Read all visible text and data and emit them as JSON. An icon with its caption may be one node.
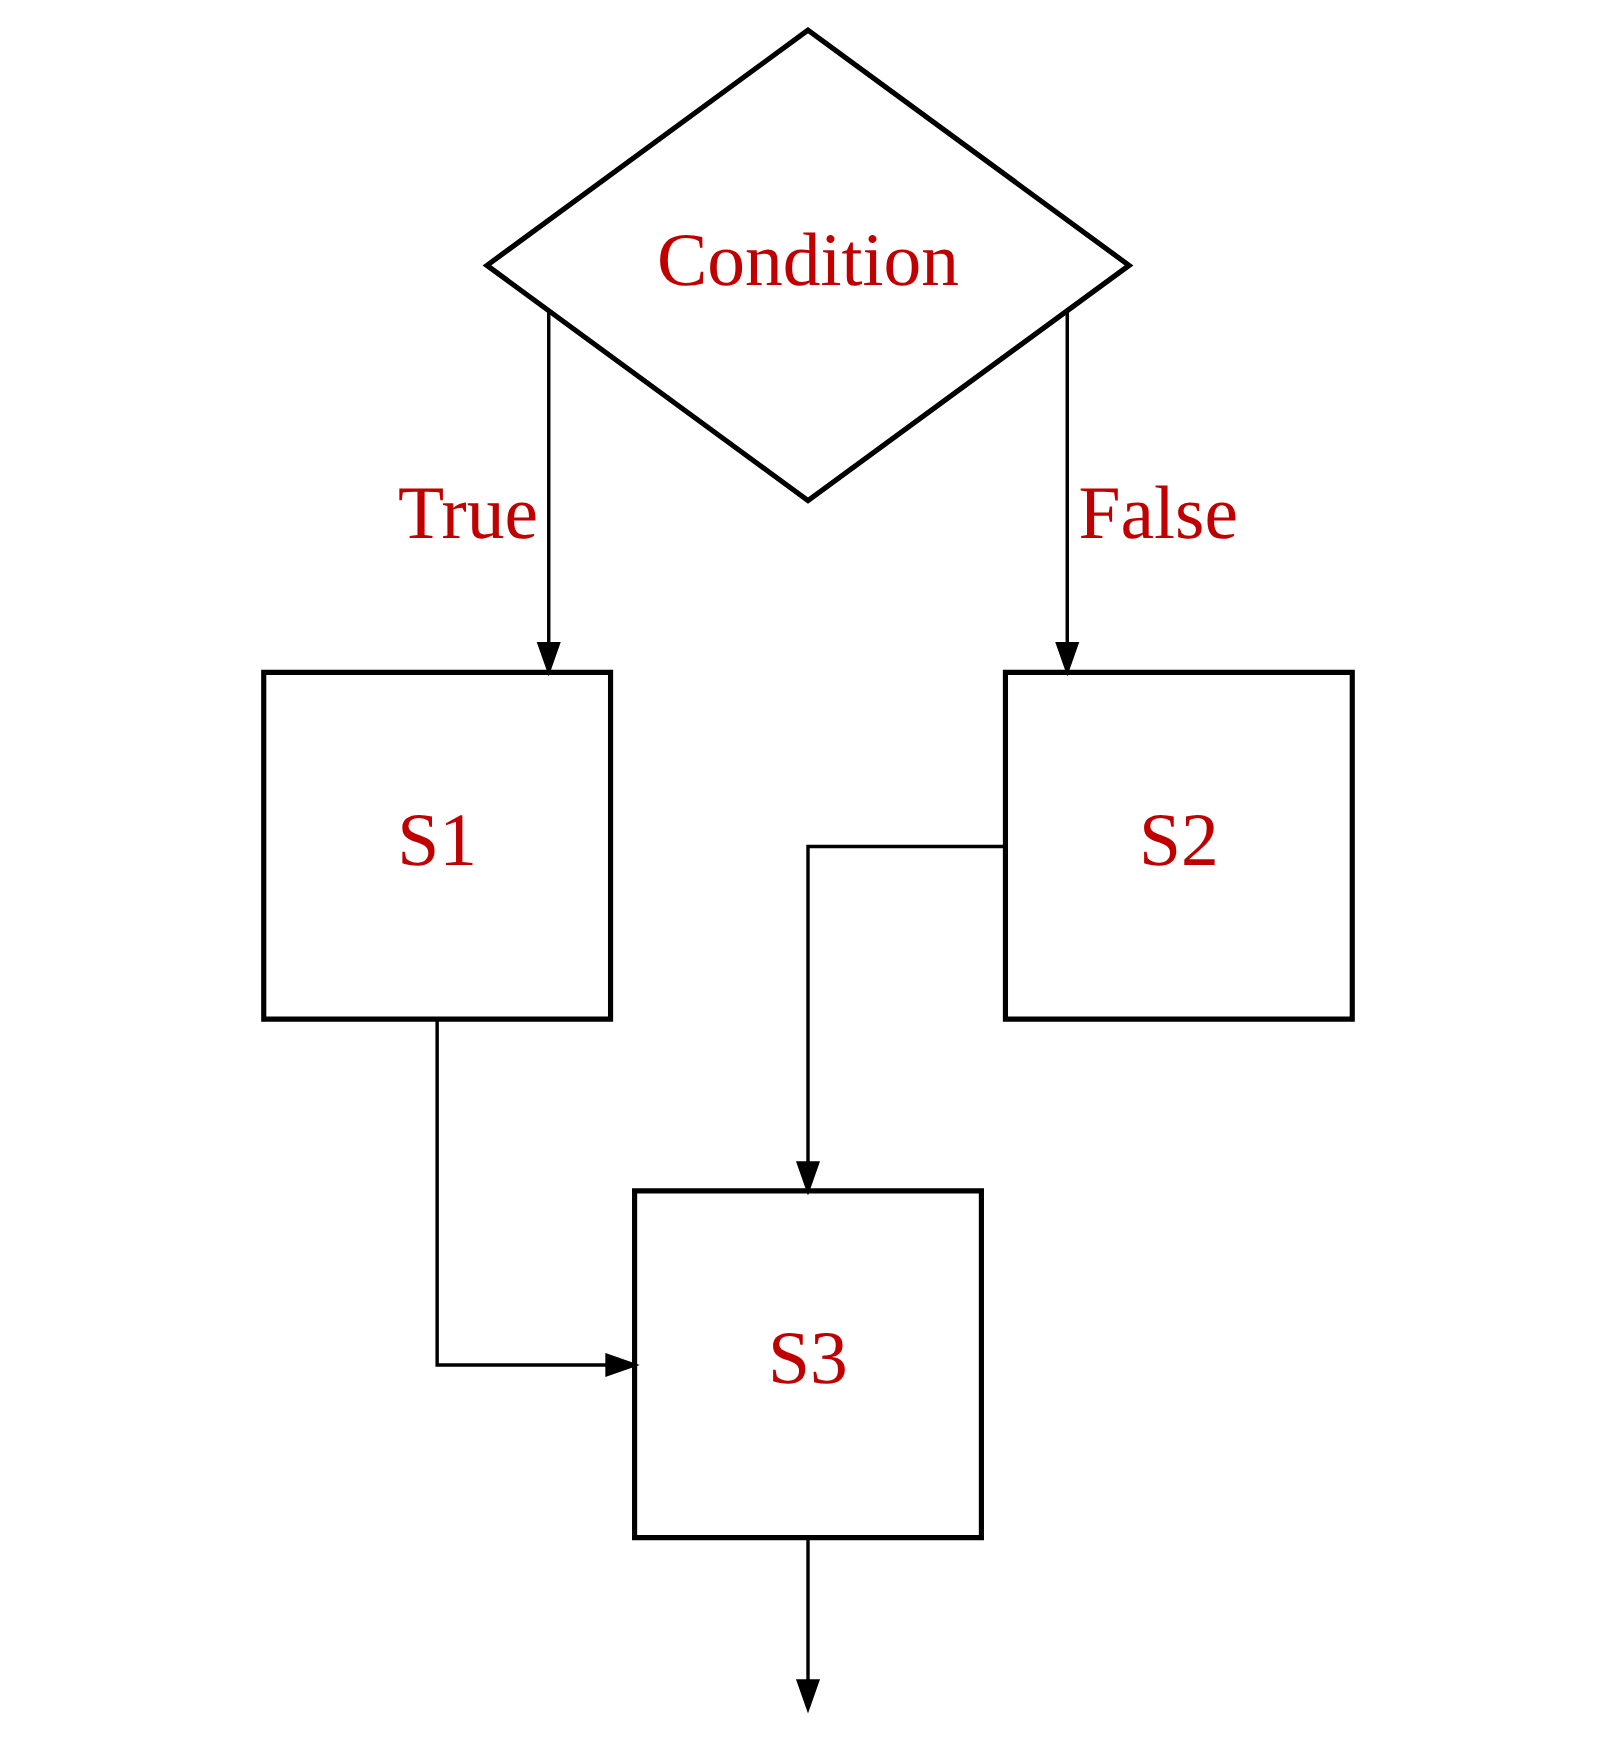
{
  "diagram": {
    "nodes": [
      {
        "text": [
          "Condition"
        ]
      },
      {
        "text": [
          "S1"
        ]
      },
      {
        "text": [
          "S2"
        ]
      },
      {
        "text": [
          "S3"
        ]
      }
    ],
    "edges": [
      {
        "from": 0,
        "to": 1,
        "arrow": "to",
        "label": "True"
      },
      {
        "from": 0,
        "to": 2,
        "arrow": "to",
        "label": "False"
      },
      {
        "from": 1,
        "to": 3,
        "arrow": "to"
      },
      {
        "from": 2,
        "to": 3,
        "arrow": "to"
      },
      {
        "from": 3,
        "to": null,
        "arrow": "to"
      }
    ]
  }
}
